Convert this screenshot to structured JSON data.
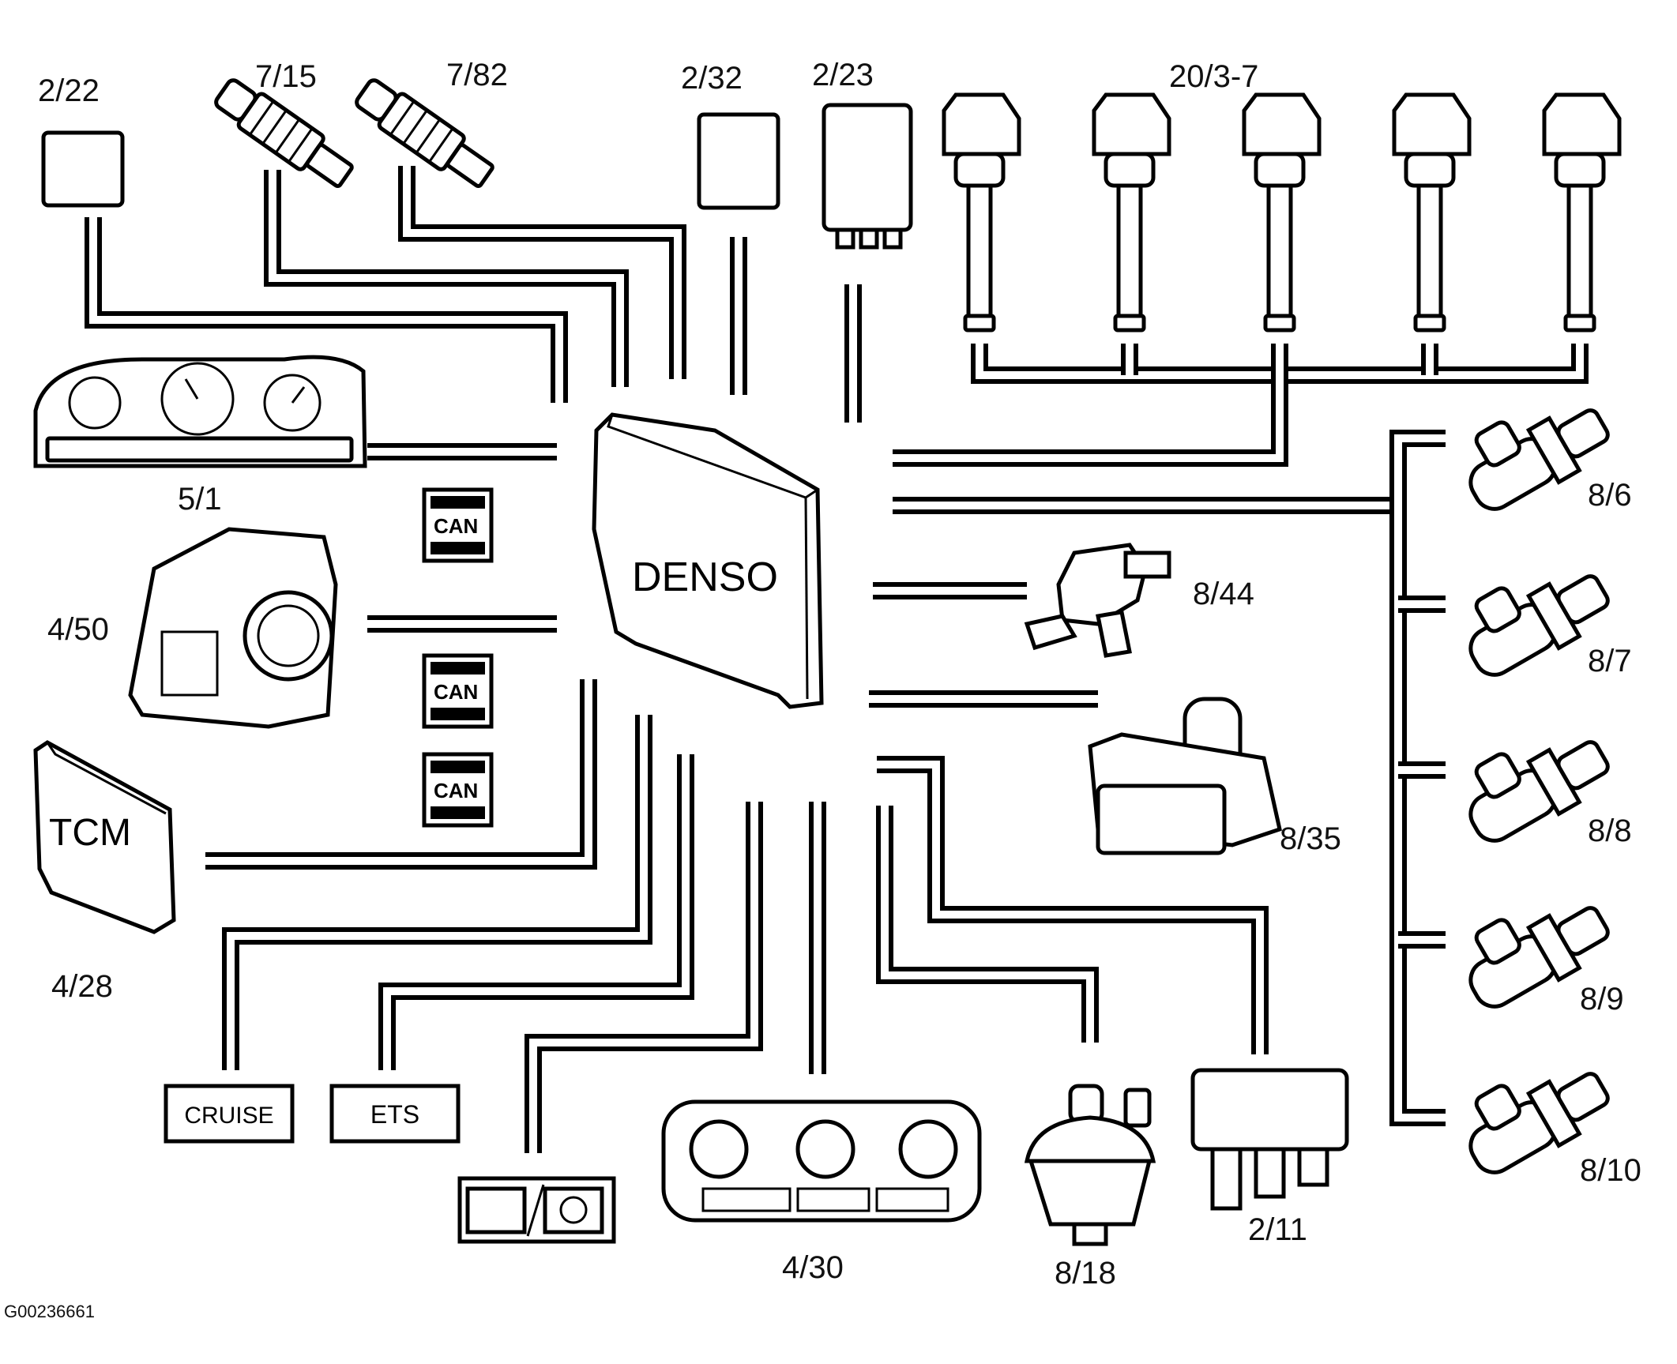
{
  "ecu": {
    "label": "DENSO"
  },
  "tcm": {
    "label": "TCM"
  },
  "bus": {
    "label": "CAN"
  },
  "indicators": {
    "cruise": "CRUISE",
    "ets": "ETS"
  },
  "labels": {
    "c_2_22": "2/22",
    "c_7_15": "7/15",
    "c_7_82": "7/82",
    "c_2_32": "2/32",
    "c_2_23": "2/23",
    "c_20_3_7": "20/3-7",
    "c_5_1": "5/1",
    "c_4_50": "4/50",
    "c_4_28": "4/28",
    "c_8_44": "8/44",
    "c_8_35": "8/35",
    "c_8_6": "8/6",
    "c_8_7": "8/7",
    "c_8_8": "8/8",
    "c_8_9": "8/9",
    "c_8_10": "8/10",
    "c_2_11": "2/11",
    "c_8_18": "8/18",
    "c_4_30": "4/30"
  },
  "figure_id": "G00236661"
}
